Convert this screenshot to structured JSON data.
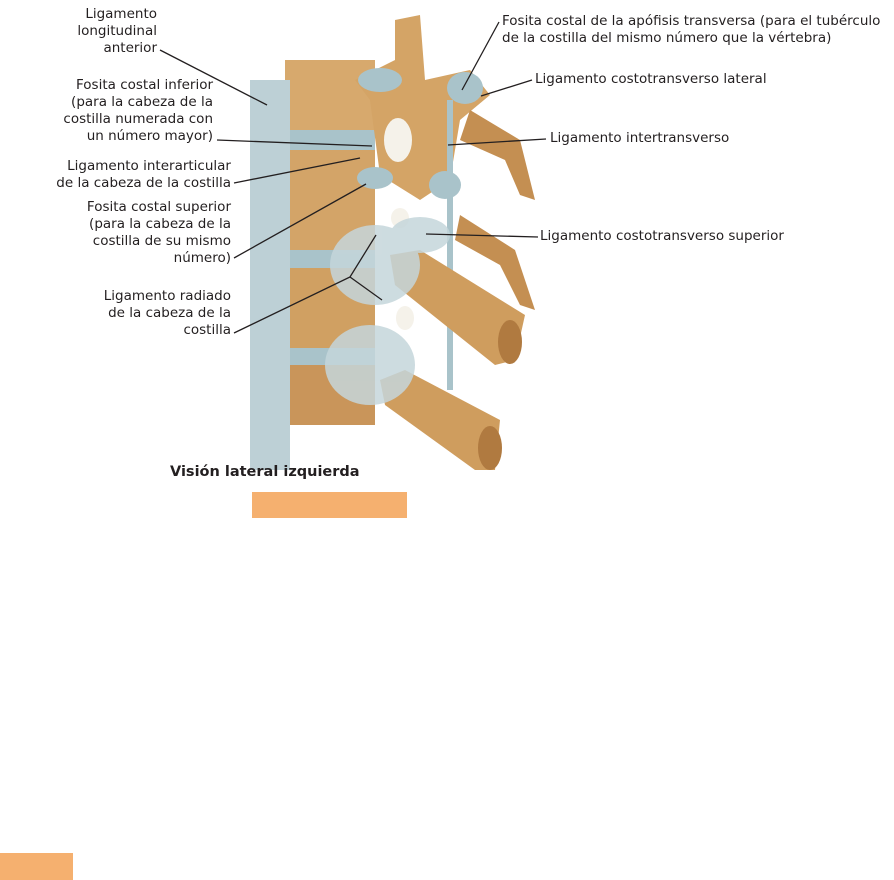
{
  "labels": {
    "lig_long_ant": "Ligamento\nlongitudinal\nanterior",
    "fosita_inferior": "Fosita costal inferior\n(para la cabeza de la\ncostilla numerada con\nun número mayor)",
    "lig_interarticular": "Ligamento interarticular\nde la cabeza de la costilla",
    "fosita_superior": "Fosita costal superior\n(para la cabeza de la\ncostilla de su mismo\nnúmero)",
    "lig_radiado": "Ligamento radiado\nde la cabeza de la\ncostilla",
    "fosita_apofisis": "Fosita costal de la apófisis transversa (para el tubérculo\nde la costilla del mismo número que la vértebra)",
    "lig_costotrans_lateral": "Ligamento costotransverso lateral",
    "lig_intertransverso": "Ligamento intertransverso",
    "lig_costotrans_superior": "Ligamento costotransverso superior"
  },
  "caption": "Visión lateral izquierda",
  "colors": {
    "bone": "#c9955a",
    "ligament": "#b9cdd3",
    "highlight": "#f5b06f"
  }
}
